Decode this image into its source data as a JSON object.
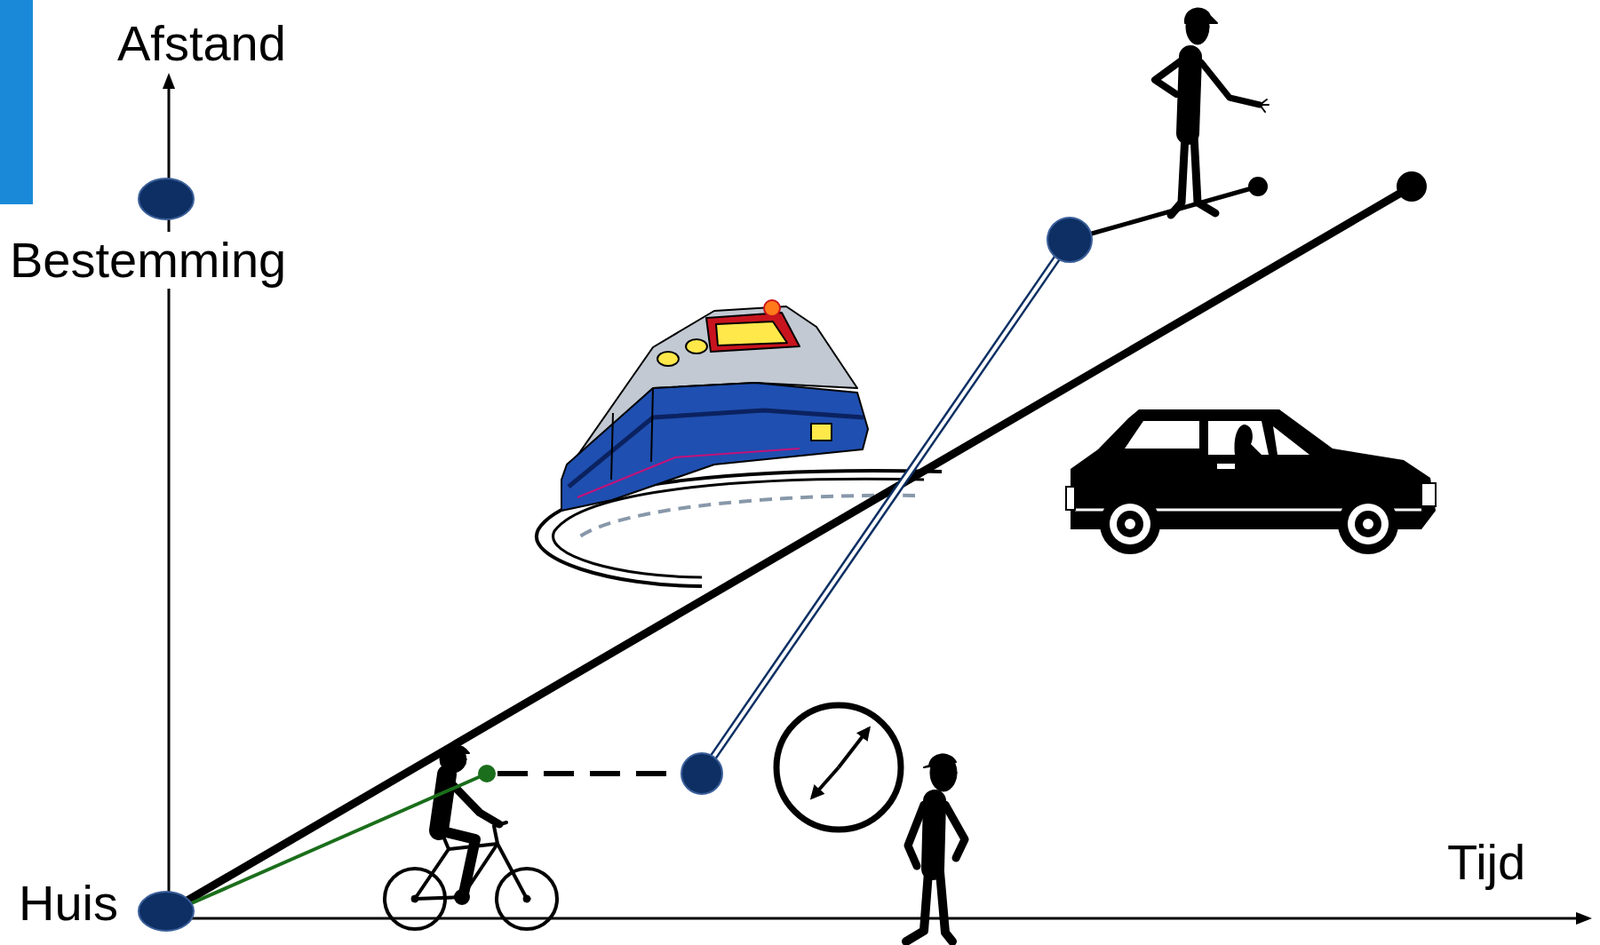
{
  "diagram": {
    "nodes": [
      {
        "text": [
          "Bestemming"
        ]
      },
      {
        "text": [
          "Huis"
        ]
      }
    ],
    "labels": [
      "Afstand",
      "Tijd"
    ]
  }
}
